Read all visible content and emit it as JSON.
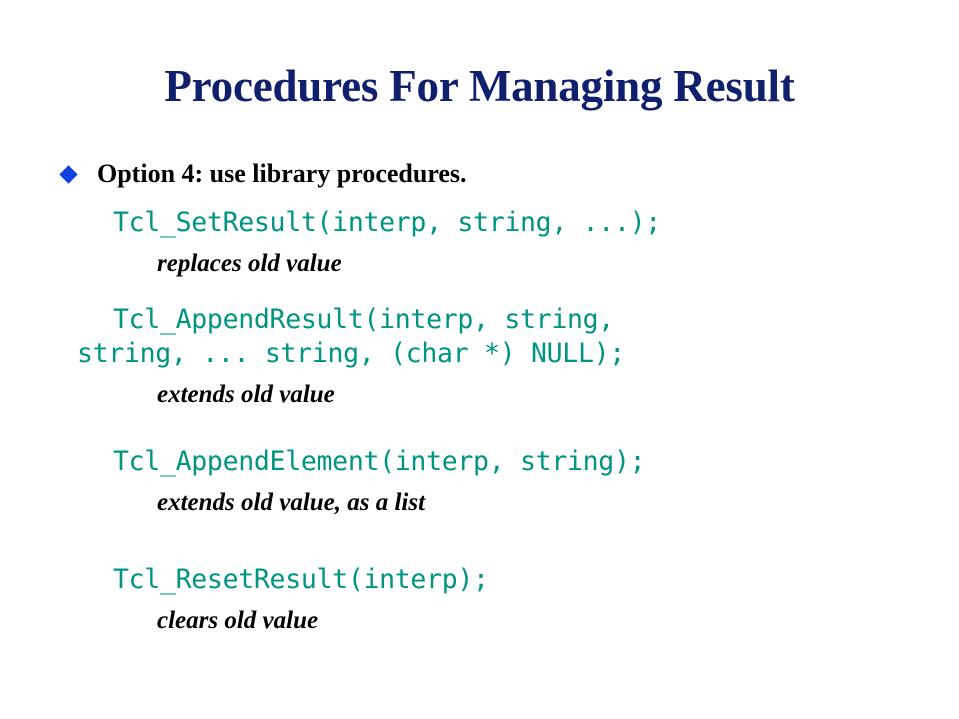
{
  "slide": {
    "title": "Procedures For Managing Result",
    "background_color": "#ffffff",
    "title_color": "#11206E",
    "code_color": "#009482",
    "bullet_color": "#1240E0",
    "text_color": "#000000"
  },
  "bullet": {
    "icon": "diamond-bullet-icon",
    "text": "Option 4: use library procedures."
  },
  "entries": [
    {
      "code_lines": [
        "Tcl_SetResult(interp, string, ...);"
      ],
      "description": "replaces old value"
    },
    {
      "code_lines": [
        "Tcl_AppendResult(interp, string,",
        "string, ... string, (char *) NULL);"
      ],
      "description": "extends old value"
    },
    {
      "code_lines": [
        "Tcl_AppendElement(interp, string);"
      ],
      "description": "extends old value, as a list"
    },
    {
      "code_lines": [
        "Tcl_ResetResult(interp);"
      ],
      "description": "clears old value"
    }
  ]
}
